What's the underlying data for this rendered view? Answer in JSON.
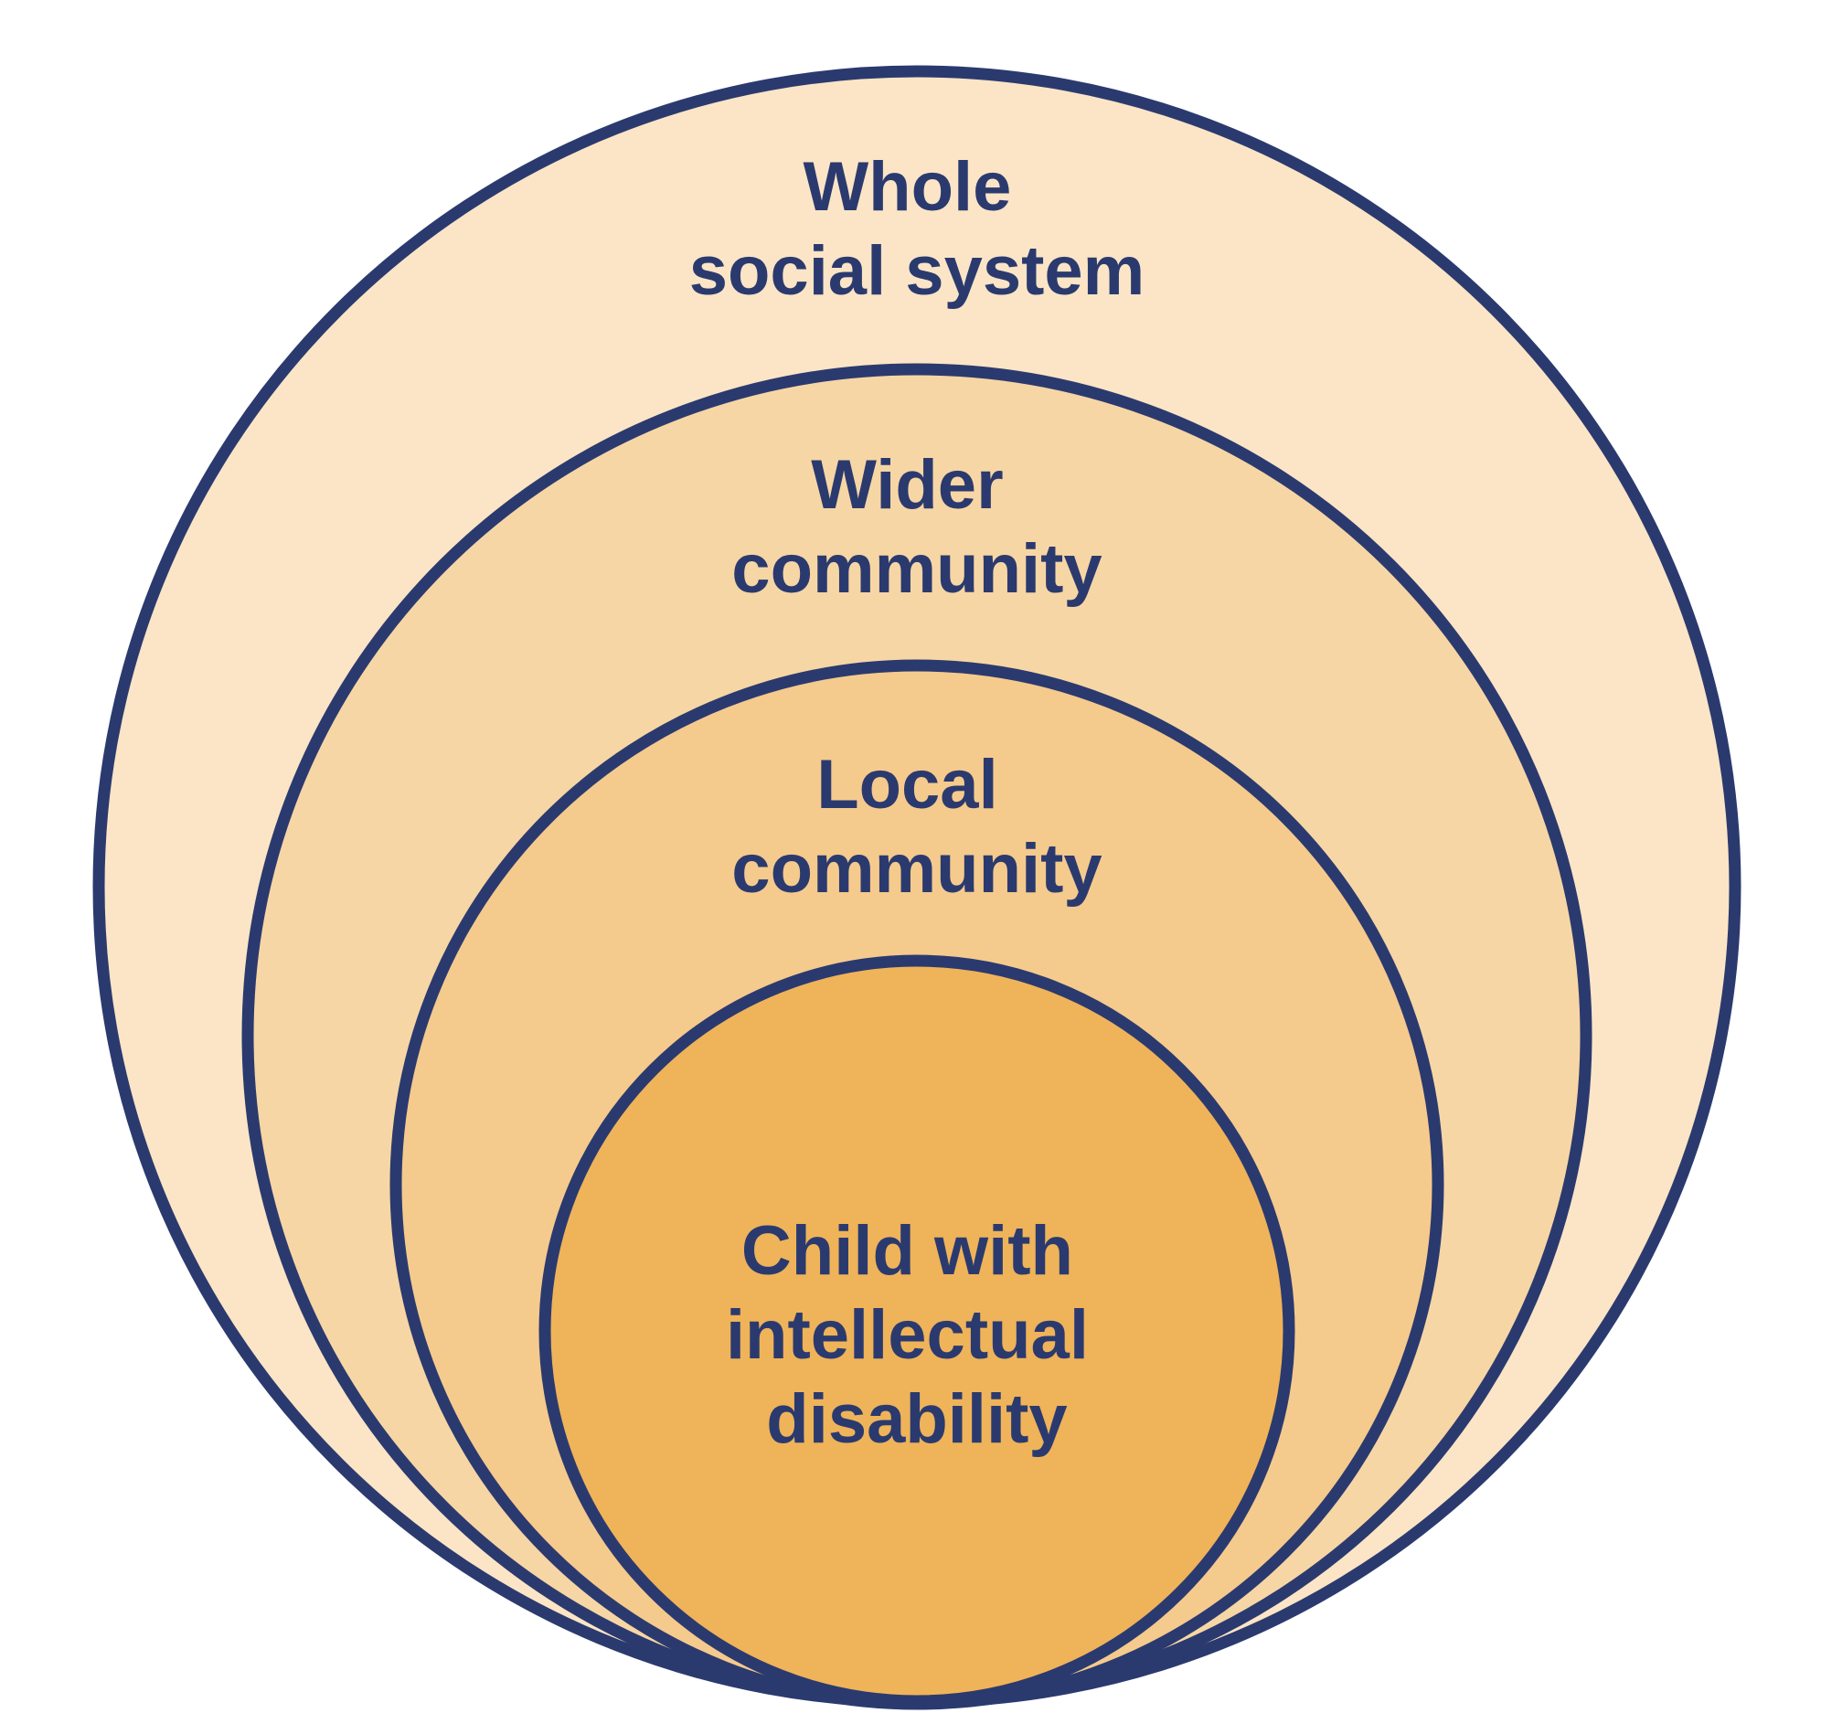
{
  "diagram": {
    "type": "nested-circles",
    "outline_color": "#2b3a6e",
    "text_color": "#2b3a6e",
    "levels": [
      {
        "name": "whole-social-system",
        "fill": "#fbe5c6",
        "lines": [
          "Whole",
          "social system"
        ]
      },
      {
        "name": "wider-community",
        "fill": "#f7d6a5",
        "lines": [
          "Wider",
          "community"
        ]
      },
      {
        "name": "local-community",
        "fill": "#f5ca8d",
        "lines": [
          "Local",
          "community"
        ]
      },
      {
        "name": "child-with-intellectual-disability",
        "fill": "#efb35a",
        "lines": [
          "Child with",
          "intellectual",
          "disability"
        ]
      }
    ]
  }
}
